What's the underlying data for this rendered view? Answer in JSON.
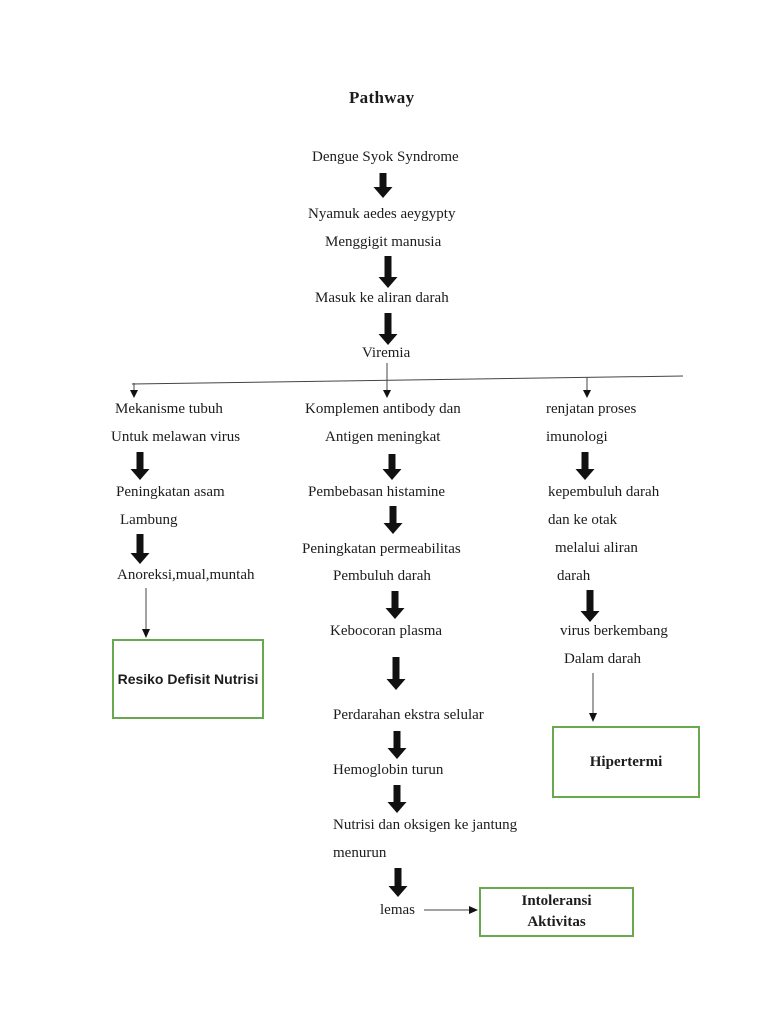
{
  "title": "Pathway",
  "trunk": {
    "dengue": "Dengue Syok Syndrome",
    "nyamuk": "Nyamuk aedes aeygypty",
    "menggigit": "Menggigit manusia",
    "masuk": "Masuk ke aliran darah",
    "viremia": "Viremia"
  },
  "left_branch": {
    "mekanisme_line1": "Mekanisme tubuh",
    "mekanisme_line2": "Untuk melawan virus",
    "asam_line1": "Peningkatan asam",
    "asam_line2": "Lambung",
    "anoreksi": "Anoreksi,mual,muntah",
    "outcome": "Resiko Defisit Nutrisi"
  },
  "center_branch": {
    "komplemen_line1": "Komplemen antibody dan",
    "komplemen_line2": "Antigen meningkat",
    "histamine": "Pembebasan histamine",
    "permeabilitas_line1": "Peningkatan permeabilitas",
    "permeabilitas_line2": "Pembuluh darah",
    "kebocoran": "Kebocoran plasma",
    "perdarahan": "Perdarahan ekstra selular",
    "hemoglobin": "Hemoglobin turun",
    "nutrisi_line1": "Nutrisi dan oksigen ke jantung",
    "nutrisi_line2": "menurun",
    "lemas": "lemas",
    "outcome_line1": "Intoleransi",
    "outcome_line2": "Aktivitas"
  },
  "right_branch": {
    "renjatan_line1": "renjatan proses",
    "renjatan_line2": "imunologi",
    "pembuluh_line1": "kepembuluh darah",
    "pembuluh_line2": "dan ke otak",
    "pembuluh_line3": "melalui aliran",
    "pembuluh_line4": "darah",
    "virus_line1": "virus berkembang",
    "virus_line2": "Dalam darah",
    "outcome": "Hipertermi"
  },
  "colors": {
    "outcome_box_border": "#6aa84f",
    "arrow": "#111111",
    "text": "#1c1c1c"
  }
}
